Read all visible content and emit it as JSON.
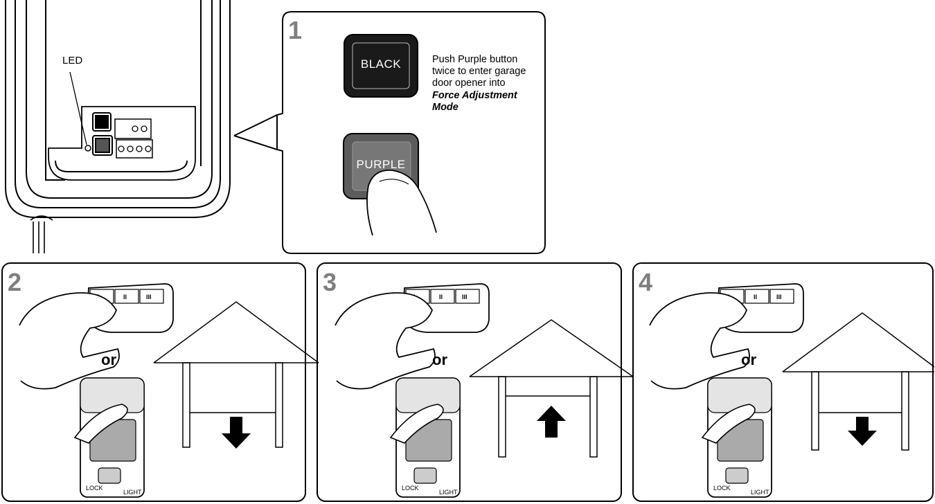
{
  "opener": {
    "led_label": "LED"
  },
  "step1": {
    "number": "1",
    "black_button_label": "BLACK",
    "purple_button_label": "PURPLE",
    "instruction_line1": "Push Purple button",
    "instruction_line2": "twice to enter garage",
    "instruction_line3": "door opener into",
    "instruction_em_line1": "Force Adjustment",
    "instruction_em_line2": "Mode"
  },
  "step2": {
    "number": "2",
    "or_label": "or",
    "lock_label": "LOCK",
    "light_label": "LIGHT",
    "door_direction": "down"
  },
  "step3": {
    "number": "3",
    "or_label": "or",
    "lock_label": "LOCK",
    "light_label": "LIGHT",
    "door_direction": "up"
  },
  "step4": {
    "number": "4",
    "or_label": "or",
    "lock_label": "LOCK",
    "light_label": "LIGHT",
    "door_direction": "down"
  }
}
